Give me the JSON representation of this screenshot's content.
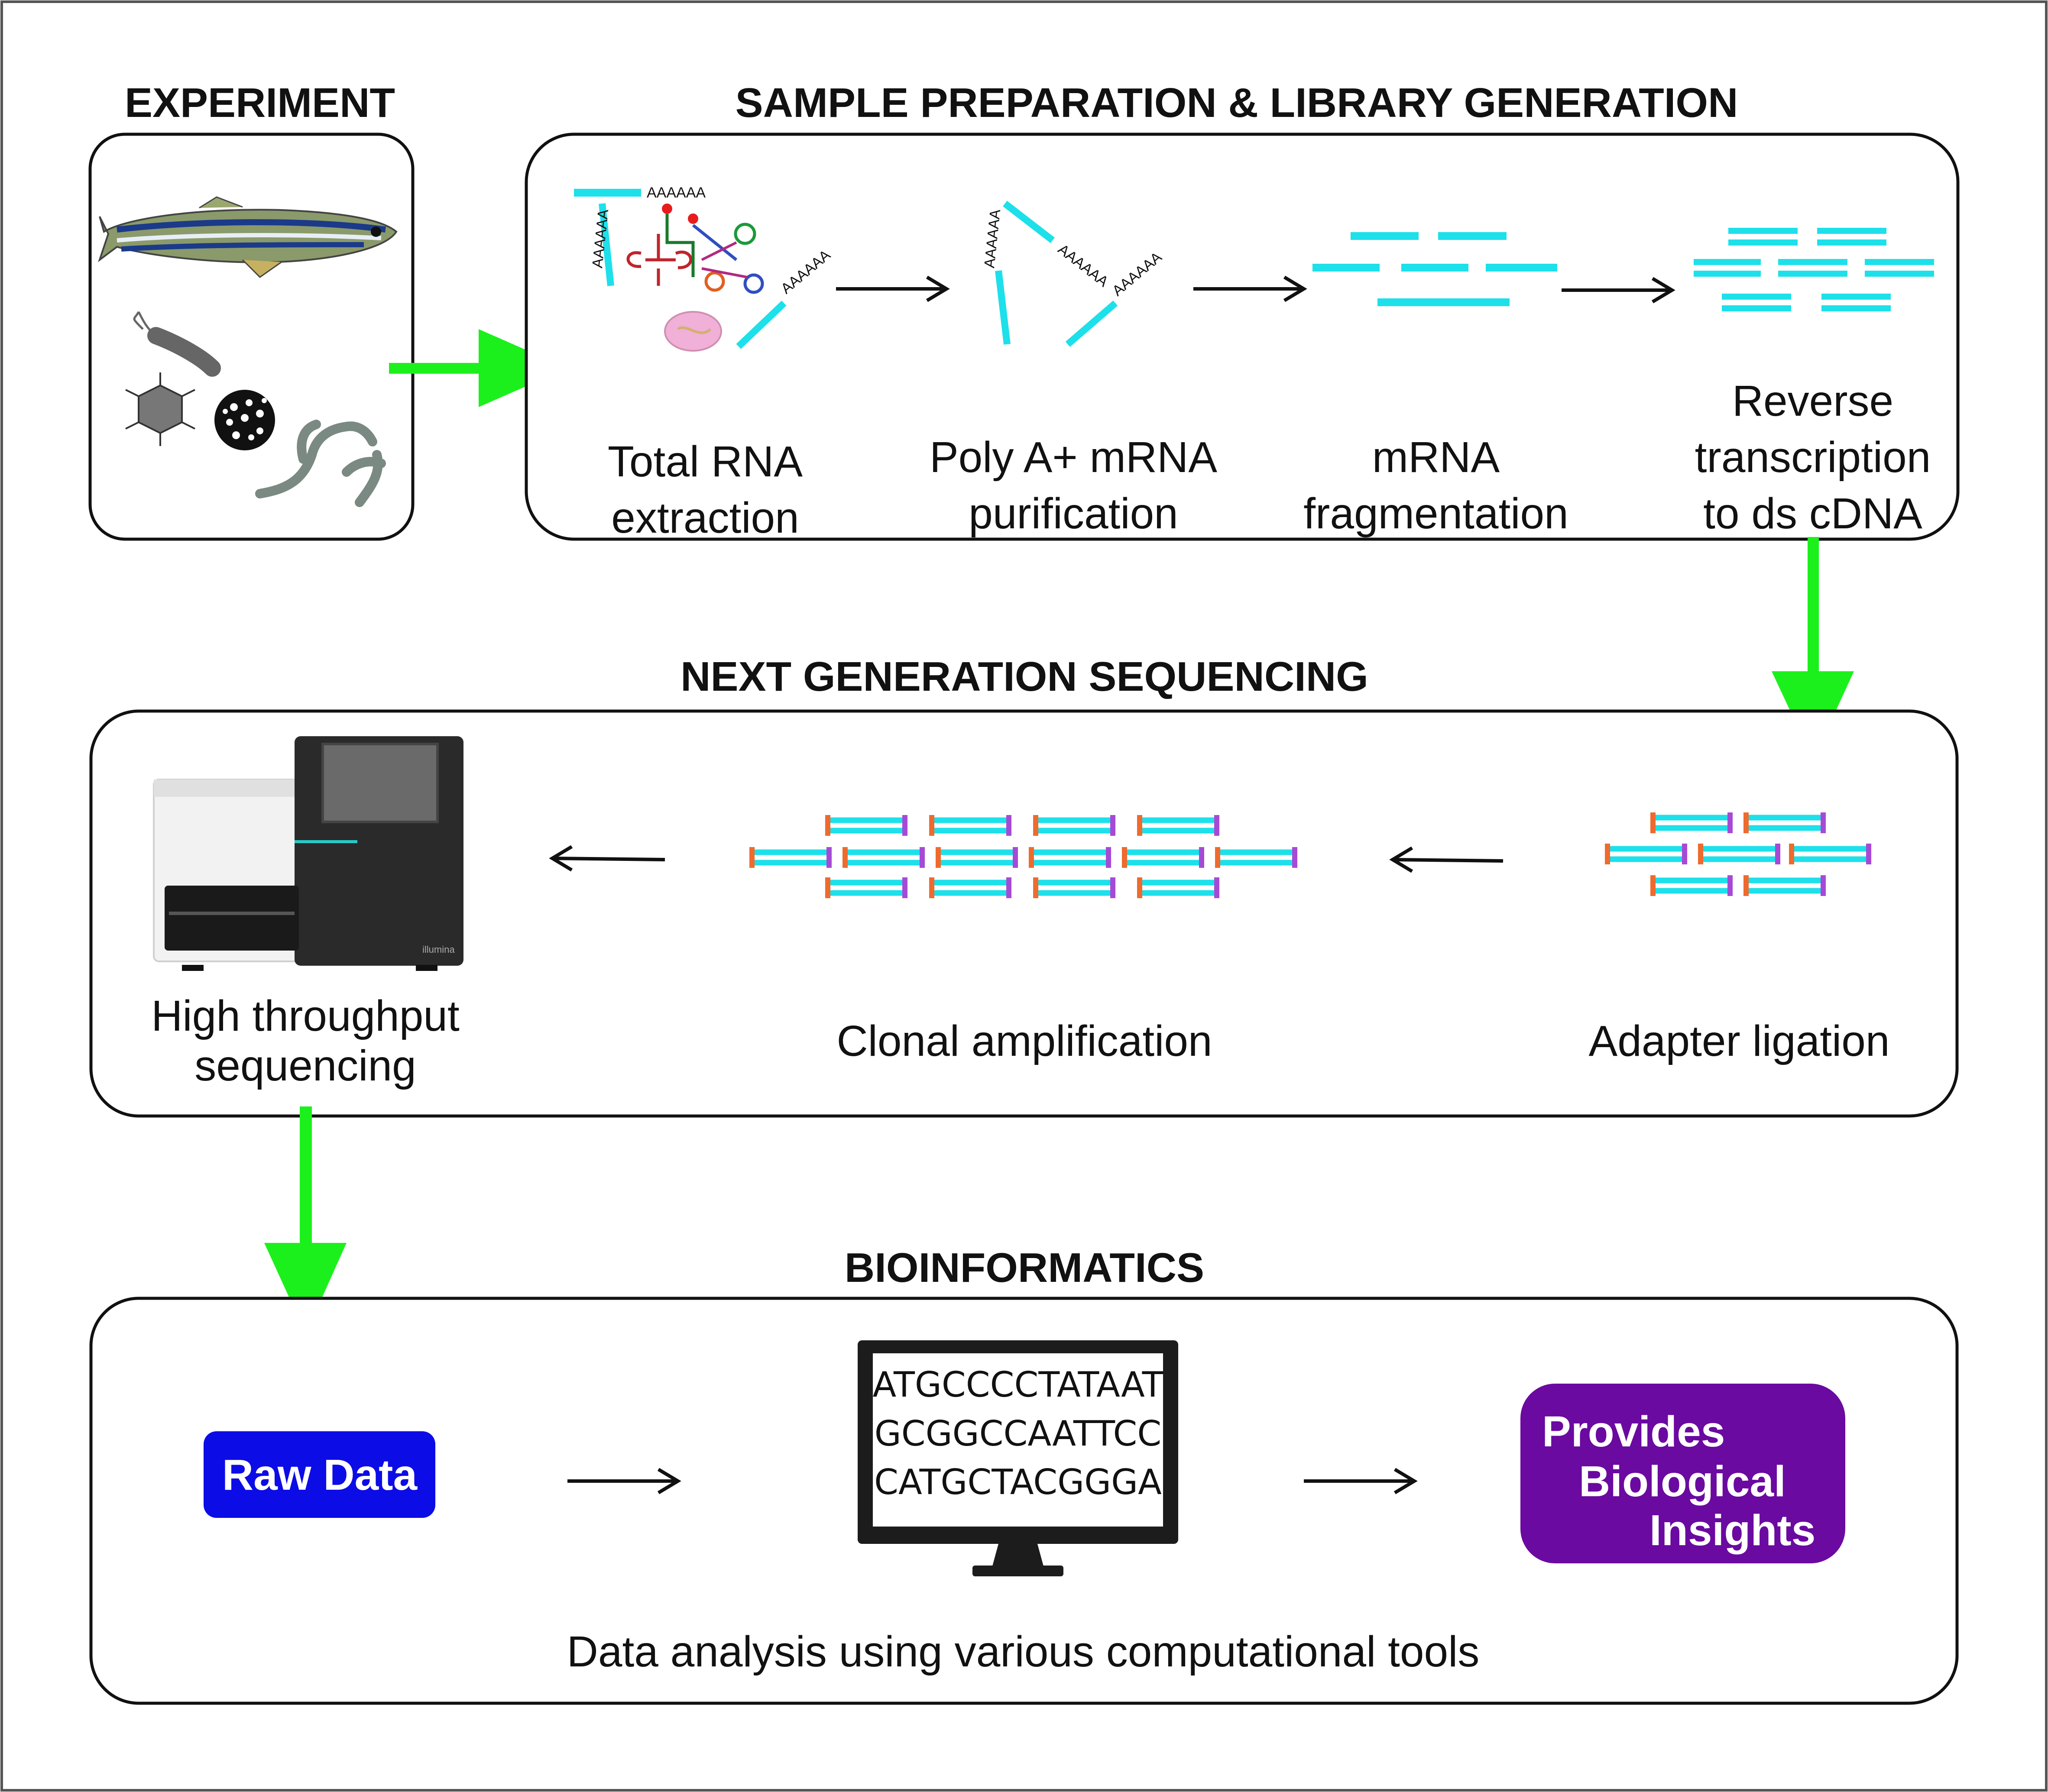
{
  "colors": {
    "flow_arrow": "#1cf01c",
    "strand": "#1de0ea",
    "adapter_left": "#ef6a2d",
    "adapter_right": "#a64ad6",
    "raw_data_box": "#0c0ce6",
    "insights_box": "#6a0aa0",
    "box_border": "#111111"
  },
  "sections": {
    "experiment": {
      "title": "EXPERIMENT"
    },
    "sample_prep": {
      "title": "SAMPLE PREPARATION & LIBRARY GENERATION",
      "steps": [
        {
          "line1": "Total RNA",
          "line2": "extraction"
        },
        {
          "line1": "Poly A+ mRNA",
          "line2": "purification"
        },
        {
          "line1": "mRNA",
          "line2": "fragmentation"
        },
        {
          "line0": "Reverse",
          "line1": "transcription",
          "line2": "to ds cDNA"
        }
      ],
      "polyA_label": "AAAAAA"
    },
    "ngs": {
      "title": "NEXT GENERATION SEQUENCING",
      "steps": [
        {
          "line1": "High throughput",
          "line2": "sequencing"
        },
        {
          "line1": "Clonal amplification"
        },
        {
          "line1": "Adapter ligation"
        }
      ],
      "machine_brand": "illumina"
    },
    "bioinformatics": {
      "title": "BIOINFORMATICS",
      "raw_data": "Raw Data",
      "sequences": [
        "ATGCCCCTATAAT",
        "GCGGCCAATTCC",
        "CATGCTACGGGA"
      ],
      "insights": [
        "Provides",
        "Biological",
        "Insights"
      ],
      "caption": "Data analysis using various computational tools"
    }
  }
}
